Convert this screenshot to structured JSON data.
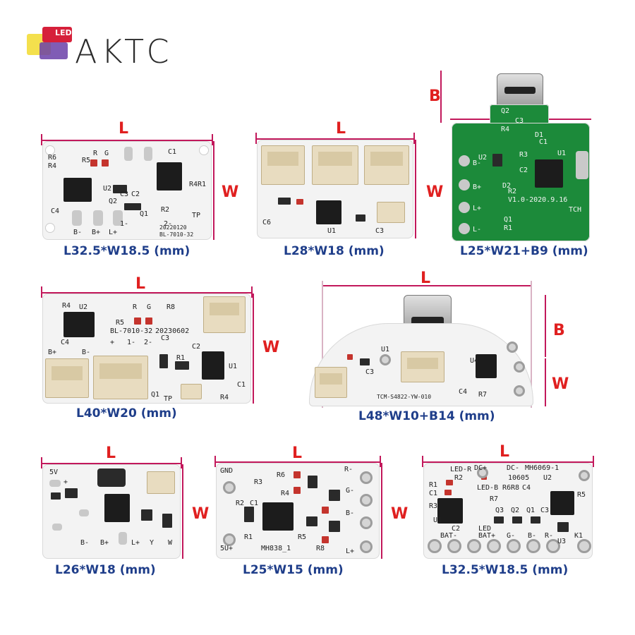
{
  "brand": {
    "logo_text": "AKTC",
    "logo_badge": "LED"
  },
  "colors": {
    "dimension": "#e02020",
    "caption": "#1f3e8a",
    "pcb_green": "#1c8a3a",
    "pcb_white": "#f3f3f3"
  },
  "boards": [
    {
      "caption": "L32.5*W18.5 (mm)",
      "label_l": "L",
      "label_w": "W",
      "silk": [
        "R6",
        "R4",
        "R5",
        "R",
        "G",
        "C1",
        "U2",
        "C3",
        "C2",
        "Q2",
        "R4R1",
        "C4",
        "1-",
        "Q1",
        "R2",
        "TP",
        "2-",
        "B-",
        "B+",
        "L+",
        "20220120",
        "BL-7010-32"
      ]
    },
    {
      "caption": "L28*W18 (mm)",
      "label_l": "L",
      "label_w": "W",
      "silk": [
        "C6",
        "U1",
        "C3"
      ]
    },
    {
      "caption": "L25*W21+B9 (mm)",
      "label_l": "L",
      "label_b": "B",
      "silk": [
        "Q2",
        "R4",
        "C3",
        "D1",
        "R3",
        "C1",
        "U2",
        "U1",
        "B-",
        "C2",
        "B+",
        "D2",
        "R2",
        "L+",
        "V1.0-2020.9.16",
        "TCH",
        "L-",
        "Q1",
        "R1"
      ]
    },
    {
      "caption": "L40*W20 (mm)",
      "label_l": "L",
      "label_w": "W",
      "silk": [
        "R4",
        "U2",
        "R",
        "G",
        "R8",
        "R5",
        "BL-7010-32",
        "20230602",
        "C4",
        "+",
        "1-",
        "2-",
        "C3",
        "B+",
        "B-",
        "C2",
        "R1",
        "U1",
        "C1",
        "Q1",
        "TP",
        "R4"
      ]
    },
    {
      "caption": "L48*W10+B14 (mm)",
      "label_l": "L",
      "label_b": "B",
      "label_w": "W",
      "silk": [
        "U1",
        "C3",
        "U4",
        "TCM-S4822-YW-010",
        "R7",
        "C4"
      ]
    },
    {
      "caption": "L26*W18 (mm)",
      "label_l": "L",
      "label_w": "W",
      "silk": [
        "5V",
        "+",
        "B-",
        "B+",
        "L+",
        "Y",
        "W"
      ]
    },
    {
      "caption": "L25*W15 (mm)",
      "label_l": "L",
      "label_w": "W",
      "silk": [
        "GND",
        "R3",
        "R6",
        "R-",
        "G-",
        "R2",
        "C1",
        "R4",
        "B-",
        "R1",
        "R5",
        "R8",
        "5U+",
        "MH838_1",
        "L+"
      ]
    },
    {
      "caption": "L32.5*W18.5 (mm)",
      "label_l": "L",
      "silk": [
        "LED-R",
        "DC+",
        "DC-",
        "MH6069-1",
        "R2",
        "10605",
        "U2",
        "R1",
        "LED-B",
        "R6",
        "R8",
        "C4",
        "C1",
        "R7",
        "R5",
        "R3",
        "Q3",
        "Q2",
        "Q1",
        "C3",
        "U1",
        "C2",
        "LED",
        "BAT-",
        "BAT+",
        "G-",
        "B-",
        "R-",
        "U3",
        "K1"
      ]
    }
  ]
}
